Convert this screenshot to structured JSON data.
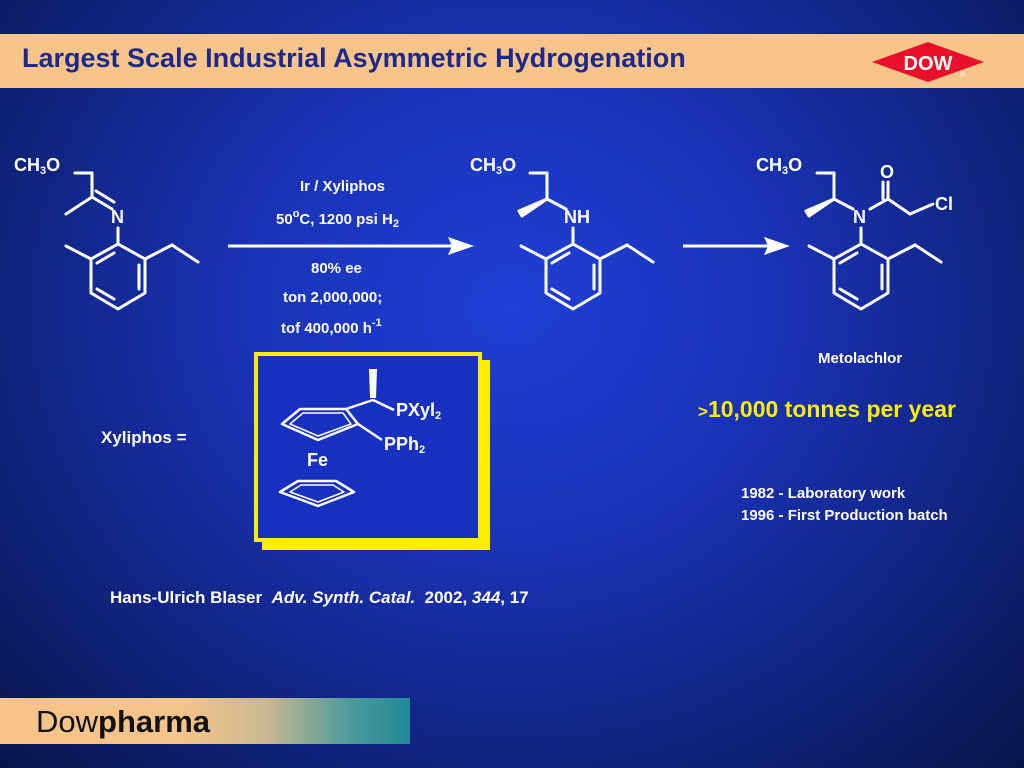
{
  "title": "Largest Scale Industrial Asymmetric Hydrogenation",
  "logo": {
    "text": "DOW",
    "color": "#e8102a"
  },
  "reaction": {
    "conditions_above": [
      "Ir / Xyliphos",
      "50°C, 1200 psi H₂"
    ],
    "conditions_below": [
      "80% ee",
      "ton 2,000,000;",
      "tof 400,000 h⁻¹"
    ],
    "reactant_labels": {
      "methoxy": "CH3O",
      "imine_n": "N"
    },
    "intermediate_labels": {
      "methoxy": "CH3O",
      "amine": "NH"
    },
    "product_labels": {
      "methoxy": "CH3O",
      "amide_n": "N",
      "carbonyl_o": "O",
      "chloro": "Cl"
    },
    "product_name": "Metolachlor"
  },
  "ligand": {
    "label": "Xyliphos =",
    "group_top": "PXyl2",
    "group_bottom": "PPh2",
    "metal": "Fe"
  },
  "production": {
    "prefix": ">",
    "amount": "10,000 tonnes per year"
  },
  "timeline": [
    "1982 - Laboratory work",
    "1996 - First Production batch"
  ],
  "citation": {
    "author": "Hans-Ulrich Blaser",
    "journal": "Adv. Synth. Catal.",
    "year": "2002,",
    "volume": "344",
    "page": ", 17"
  },
  "footer": {
    "brand_light": "Dow",
    "brand_bold": "pharma"
  },
  "colors": {
    "title_bar": "#f7c48a",
    "title_text": "#1d2a8c",
    "highlight": "#ffee00",
    "box_border": "#ffee00"
  }
}
